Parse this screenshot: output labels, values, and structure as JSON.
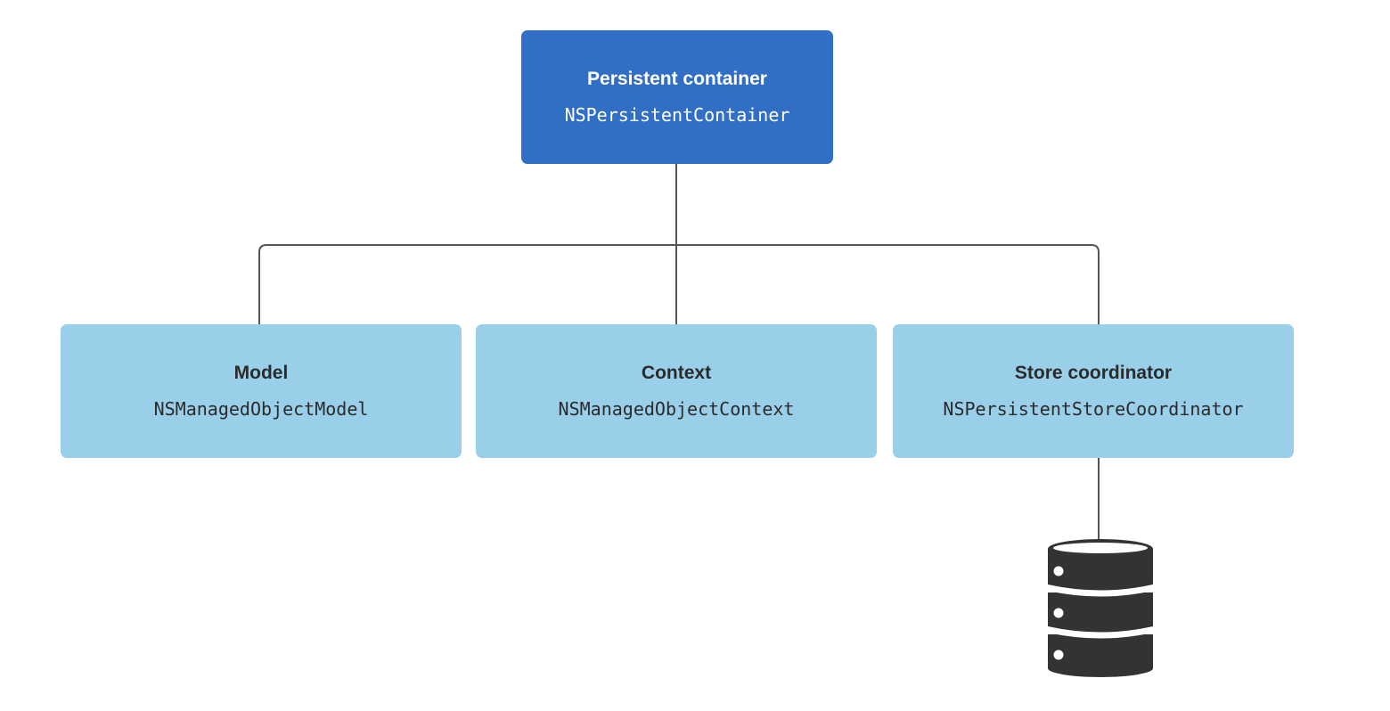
{
  "colors": {
    "root_fill": "#316fc7",
    "child_fill": "#99cfe8",
    "connector": "#555555",
    "database": "#333333"
  },
  "diagram": {
    "root": {
      "title": "Persistent container",
      "class_name": "NSPersistentContainer"
    },
    "children": [
      {
        "title": "Model",
        "class_name": "NSManagedObjectModel"
      },
      {
        "title": "Context",
        "class_name": "NSManagedObjectContext"
      },
      {
        "title": "Store coordinator",
        "class_name": "NSPersistentStoreCoordinator"
      }
    ],
    "storage_icon": "database-icon"
  }
}
